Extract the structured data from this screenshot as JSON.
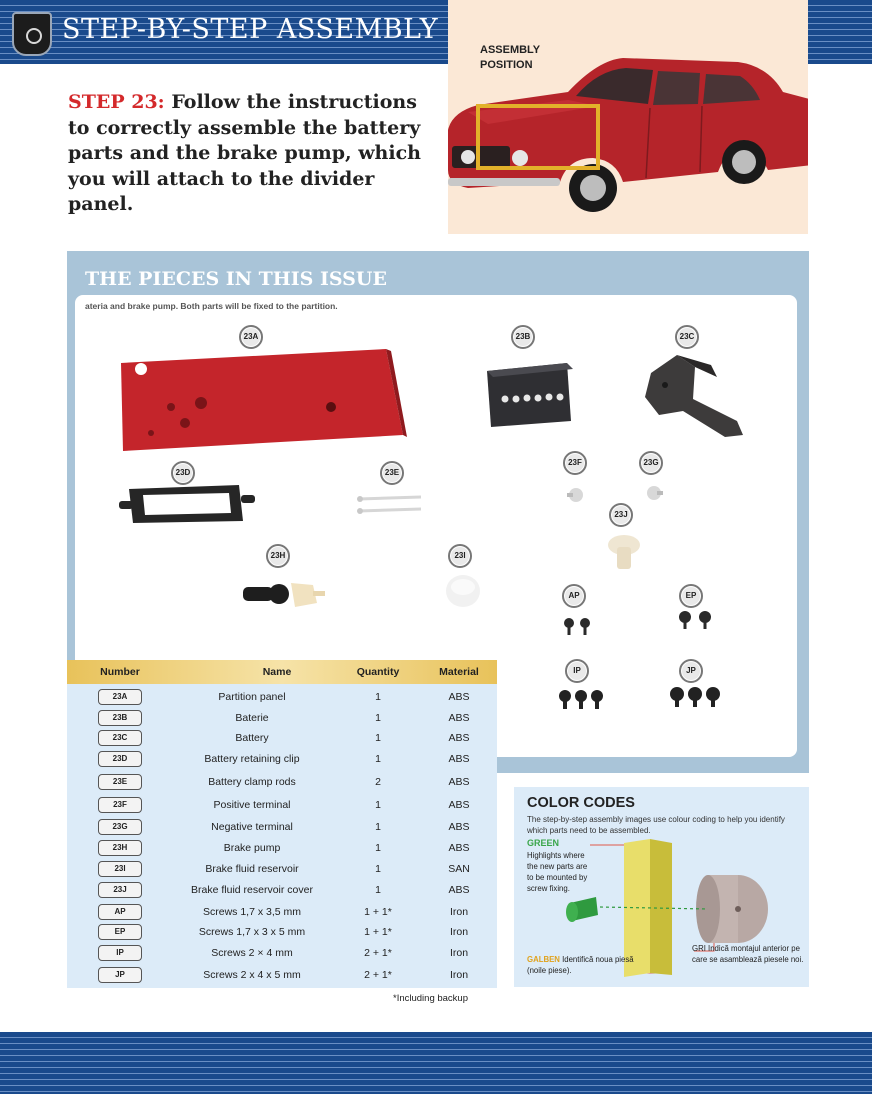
{
  "header": {
    "title": "STEP-BY-STEP ASSEMBLY"
  },
  "step": {
    "label": "STEP 23:",
    "text": " Follow the instructions to correctly assemble the battery parts and the brake pump, which you will attach to the divider panel."
  },
  "car_image": {
    "assembly_label": "ASSEMBLY POSITION"
  },
  "pieces": {
    "title": "THE PIECES IN THIS ISSUE",
    "caption": "ateria and brake pump. Both parts will be fixed to the partition.",
    "labels": [
      "23A",
      "23B",
      "23C",
      "23D",
      "23E",
      "23F",
      "23G",
      "23J",
      "23H",
      "23I",
      "AP",
      "EP",
      "IP",
      "JP"
    ]
  },
  "table": {
    "headers": {
      "number": "Number",
      "name": "Name",
      "quantity": "Quantity",
      "material": "Material"
    },
    "rows": [
      {
        "number": "23A",
        "name": "Partition panel",
        "quantity": "1",
        "material": "ABS"
      },
      {
        "number": "23B",
        "name": "Baterie",
        "quantity": "1",
        "material": "ABS"
      },
      {
        "number": "23C",
        "name": "Battery",
        "quantity": "1",
        "material": "ABS"
      },
      {
        "number": "23D",
        "name": "Battery retaining clip",
        "quantity": "1",
        "material": "ABS"
      },
      {
        "number": "23E",
        "name": "Battery clamp rods",
        "quantity": "2",
        "material": "ABS"
      },
      {
        "number": "23F",
        "name": "Positive terminal",
        "quantity": "1",
        "material": "ABS"
      },
      {
        "number": "23G",
        "name": "Negative terminal",
        "quantity": "1",
        "material": "ABS"
      },
      {
        "number": "23H",
        "name": "Brake pump",
        "quantity": "1",
        "material": "ABS"
      },
      {
        "number": "23I",
        "name": "Brake fluid reservoir",
        "quantity": "1",
        "material": "SAN"
      },
      {
        "number": "23J",
        "name": "Brake fluid reservoir cover",
        "quantity": "1",
        "material": "ABS"
      },
      {
        "number": "AP",
        "name": "Screws 1,7 x 3,5 mm",
        "quantity": "1 + 1*",
        "material": "Iron"
      },
      {
        "number": "EP",
        "name": "Screws 1,7 x 3 x 5 mm",
        "quantity": "1 + 1*",
        "material": "Iron"
      },
      {
        "number": "IP",
        "name": "Screws 2 × 4 mm",
        "quantity": "2 + 1*",
        "material": "Iron"
      },
      {
        "number": "JP",
        "name": "Screws 2 x 4 x 5 mm",
        "quantity": "2 + 1*",
        "material": "Iron"
      }
    ],
    "footnote": "*Including backup"
  },
  "color_codes": {
    "title": "COLOR CODES",
    "description": "The step-by-step assembly images use colour coding to help you identify which parts need to be assembled.",
    "green_title": "GREEN",
    "green_text": "Highlights where the new parts are to be mounted by screw fixing.",
    "gri_text": "GRI Indică montajul anterior pe care se asamblează piesele noi.",
    "galben_label": "GALBEN",
    "galben_text": " Identifică noua piesă (noile piese)."
  }
}
